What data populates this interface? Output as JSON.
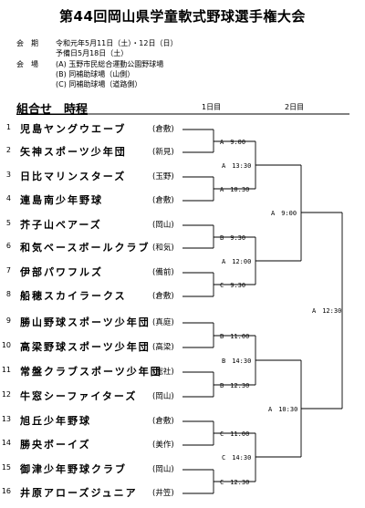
{
  "title": "第44回岡山県学童軟式野球選手権大会",
  "info": {
    "period_label": "会　期",
    "period_value": "令和元年5月11日（土）・12日（日）",
    "reserve": "予備日5月18日（土）",
    "venue_label": "会　場",
    "venues": [
      "(A) 玉野市民総合運動公園野球場",
      "(B) 同補助球場（山側）",
      "(C) 同補助球場（道路側）"
    ]
  },
  "section_header": "組合せ　時程",
  "round_labels": [
    "1日目",
    "2日目"
  ],
  "teams": [
    {
      "no": "1",
      "name": "児島ヤングウエーブ",
      "city": "(倉敷)"
    },
    {
      "no": "2",
      "name": "矢神スポーツ少年団",
      "city": "(新見)"
    },
    {
      "no": "3",
      "name": "日比マリンスターズ",
      "city": "(玉野)"
    },
    {
      "no": "4",
      "name": "連島南少年野球",
      "city": "(倉敷)"
    },
    {
      "no": "5",
      "name": "芥子山ベアーズ",
      "city": "(岡山)"
    },
    {
      "no": "6",
      "name": "和気ベースボールクラブ",
      "city": "(和気)"
    },
    {
      "no": "7",
      "name": "伊部パワフルズ",
      "city": "(備前)"
    },
    {
      "no": "8",
      "name": "船穂スカイラークス",
      "city": "(倉敷)"
    },
    {
      "no": "9",
      "name": "勝山野球スポーツ少年団",
      "city": "(真庭)"
    },
    {
      "no": "10",
      "name": "高梁野球スポーツ少年団",
      "city": "(高梁)"
    },
    {
      "no": "11",
      "name": "常盤クラブスポーツ少年団",
      "city": "(総社)"
    },
    {
      "no": "12",
      "name": "牛窓シーファイターズ",
      "city": "(岡山)"
    },
    {
      "no": "13",
      "name": "旭丘少年野球",
      "city": "(倉敷)"
    },
    {
      "no": "14",
      "name": "勝央ボーイズ",
      "city": "(美作)"
    },
    {
      "no": "15",
      "name": "御津少年野球クラブ",
      "city": "(岡山)"
    },
    {
      "no": "16",
      "name": "井原アローズジュニア",
      "city": "(井笠)"
    }
  ],
  "round1": [
    "A　9:00",
    "A　10:30",
    "B　9:30",
    "C　9:30",
    "B　11:00",
    "B　12:30",
    "C　11:00",
    "C　12:30"
  ],
  "round2": [
    "A　13:30",
    "A　12:00",
    "B　14:30",
    "C　14:30"
  ],
  "semis": [
    "A　9:00",
    "A　10:30"
  ],
  "final": "A　12:30"
}
